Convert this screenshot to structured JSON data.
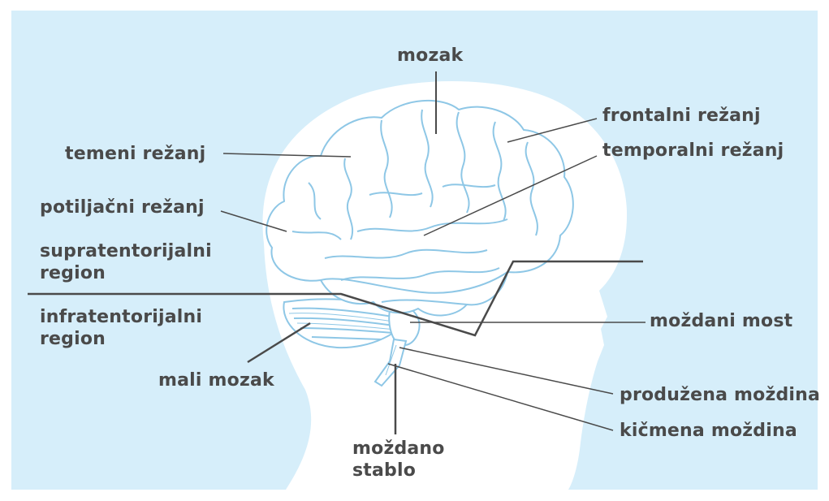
{
  "colors": {
    "background": "#d6eefa",
    "head": "#ffffff",
    "brain_outline": "#8ec7e6",
    "leader_line": "#4a4a4a",
    "text": "#4a4a4a"
  },
  "labels": {
    "mozak": "mozak",
    "frontalni_rezanj": "frontalni režanj",
    "temporalni_rezanj": "temporalni režanj",
    "temeni_rezanj": "temeni režanj",
    "potiljacni_rezanj": "potiljačni režanj",
    "supratentorijalni_line1": "supratentorijalni",
    "supratentorijalni_line2": "region",
    "infratentorijalni_line1": "infratentorijalni",
    "infratentorijalni_line2": "region",
    "mozdani_most": "moždani most",
    "mali_mozak": "mali mozak",
    "produzena_mozdina": "produžena moždina",
    "kicmena_mozdina": "kičmena moždina",
    "mozdano_stablo_line1": "moždano",
    "mozdano_stablo_line2": "stablo"
  }
}
